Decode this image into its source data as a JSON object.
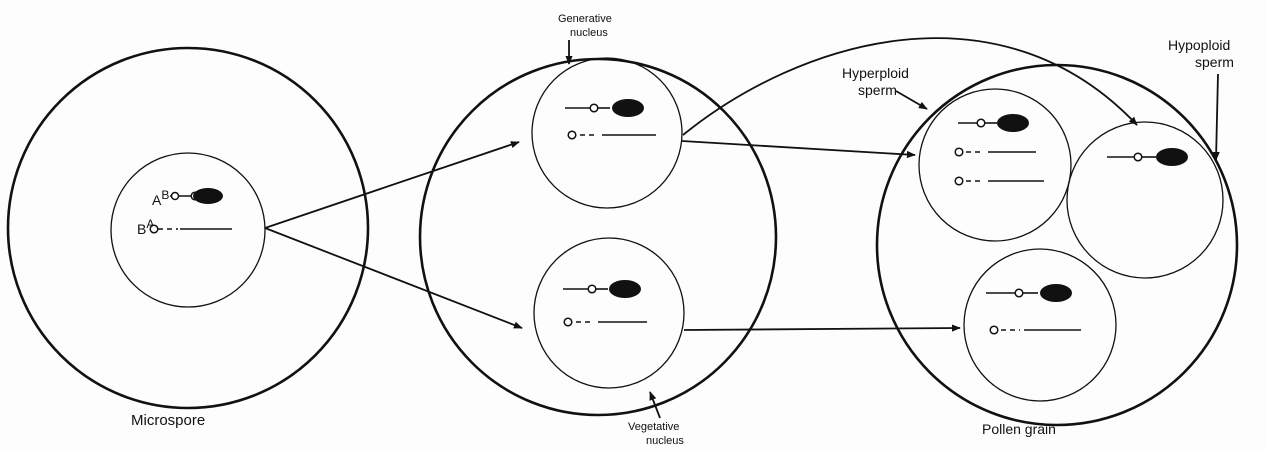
{
  "labels": {
    "microspore": "Microspore",
    "generative_line1": "Generative",
    "generative_line2": "nucleus",
    "vegetative_line1": "Vegetative",
    "vegetative_line2": "nucleus",
    "pollen_grain": "Pollen grain",
    "hyperploid_line1": "Hyperploid",
    "hyperploid_line2": "sperm",
    "hypoploid_line1": "Hypoploid",
    "hypoploid_line2": "sperm"
  },
  "chromosome_labels": {
    "ab_main": "A",
    "ab_sup": "B",
    "ba_main": "B",
    "ba_sup": "A"
  },
  "colors": {
    "ink": "#111111",
    "background": "#fdfdfd"
  }
}
